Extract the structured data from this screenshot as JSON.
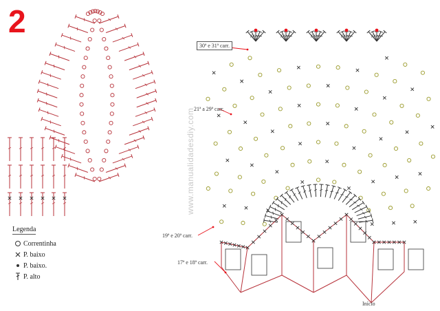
{
  "diagram_number": "2",
  "watermark": "www.manualidadesdiy.com",
  "legend": {
    "title": "Legenda",
    "items": [
      {
        "symbol": "chain-circle",
        "label": "Correntinha"
      },
      {
        "symbol": "cross-x",
        "label": "P. baixo"
      },
      {
        "symbol": "dot",
        "label": "P. baixo."
      },
      {
        "symbol": "dc-stitch",
        "label": "P. alto"
      }
    ]
  },
  "row_labels": {
    "top": "30ª e 31ª carr.",
    "middle": "21ª a 29ª carr.",
    "lower": "19ª e 20ª carr.",
    "bottom": "17ª e 18ª carr.",
    "start": "Início"
  },
  "colors": {
    "accent_red": "#e8141c",
    "stitch_red": "#b7323a",
    "stitch_olive": "#9a9a2a",
    "ink": "#333333"
  }
}
